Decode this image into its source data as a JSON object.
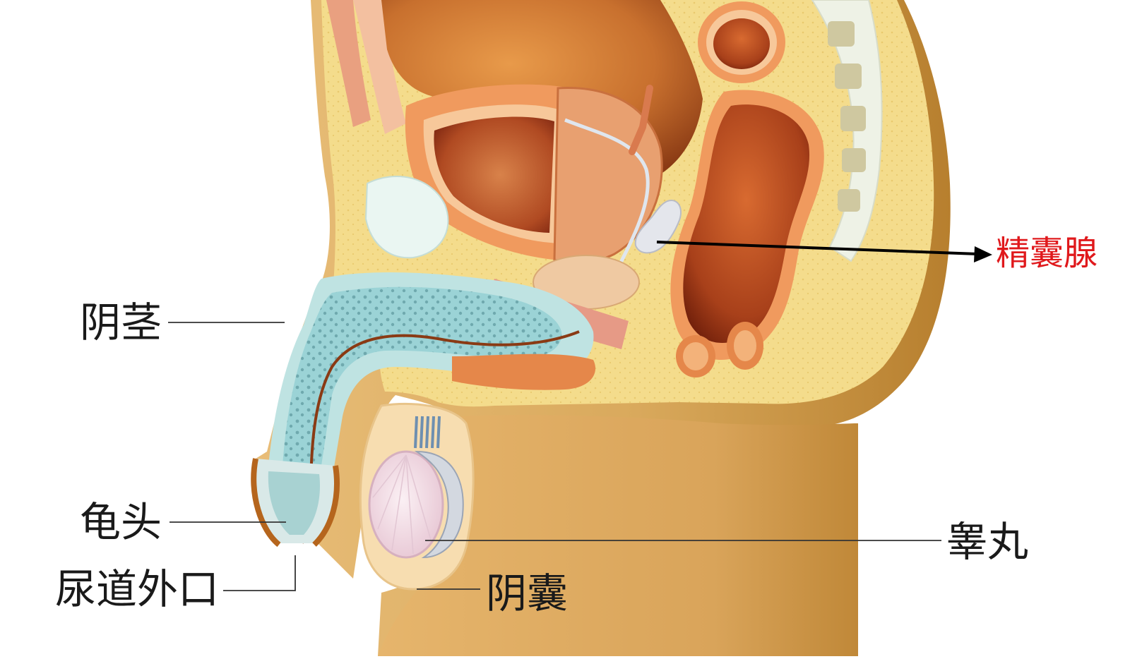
{
  "labels": {
    "penis": "阴茎",
    "glans": "龟头",
    "urethral_meatus": "尿道外口",
    "seminal_vesicle": "精囊腺",
    "testis": "睾丸",
    "scrotum": "阴囊"
  },
  "colors": {
    "highlight_label": "#e0191c",
    "label_text": "#1a1a1a",
    "leader_line": "#333333",
    "arrow": "#000000",
    "fat_yellow": "#f4dc8c",
    "skin_tan": "#d9a75a",
    "muscle_orange": "#e5874a",
    "bladder_rim": "#f09a5e",
    "erectile_blue": "#9bd3d6",
    "testis_pink": "#f4e3ea"
  }
}
